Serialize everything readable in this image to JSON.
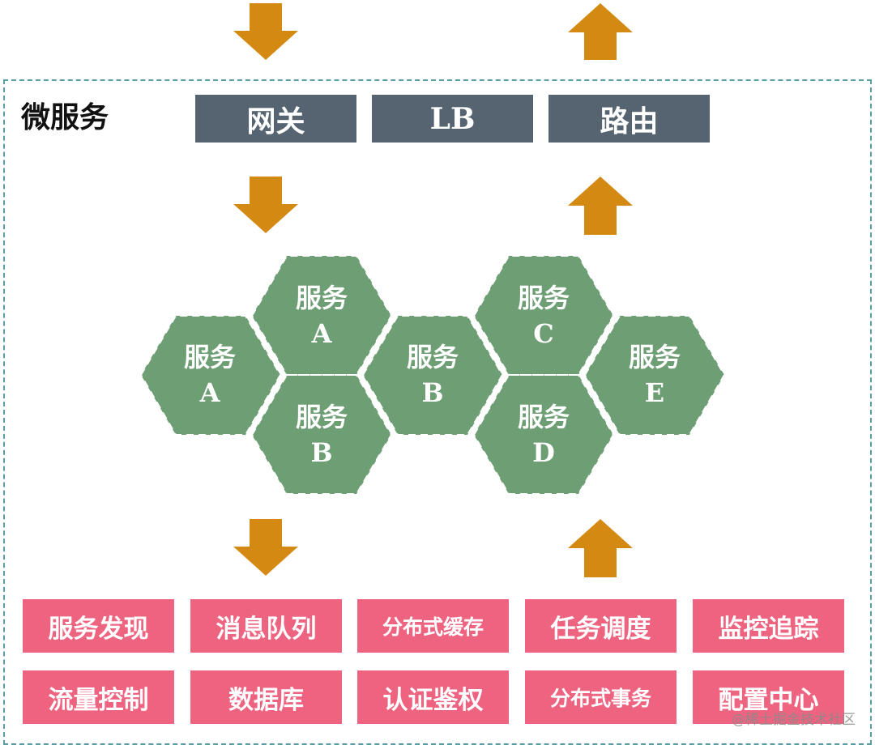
{
  "colors": {
    "border": "#5a9ea3",
    "gateway_box": "#566471",
    "arrow": "#d48a12",
    "hexagon": "#6e9e74",
    "component": "#ee6480"
  },
  "section_title": "微服务",
  "gateway": [
    "网关",
    "LB",
    "路由"
  ],
  "services": [
    {
      "line1": "服务",
      "line2": "A"
    },
    {
      "line1": "服务",
      "line2": "A"
    },
    {
      "line1": "服务",
      "line2": "B"
    },
    {
      "line1": "服务",
      "line2": "B"
    },
    {
      "line1": "服务",
      "line2": "C"
    },
    {
      "line1": "服务",
      "line2": "D"
    },
    {
      "line1": "服务",
      "line2": "E"
    }
  ],
  "components": [
    "服务发现",
    "消息队列",
    "分布式缓存",
    "任务调度",
    "监控追踪",
    "流量控制",
    "数据库",
    "认证鉴权",
    "分布式事务",
    "配置中心"
  ],
  "watermark": "@稀土掘金技术社区"
}
